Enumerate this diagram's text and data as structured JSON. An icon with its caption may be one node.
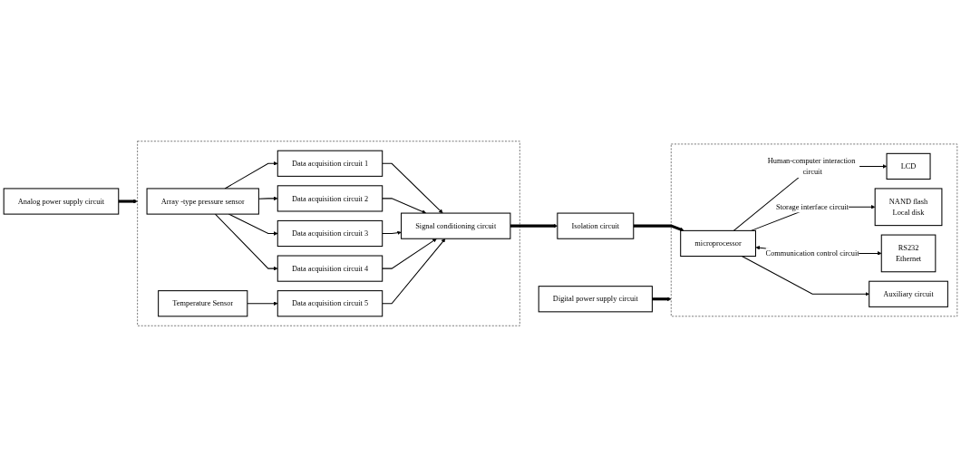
{
  "diagram": {
    "nodes": [
      {
        "text": [
          "Analog power supply circuit"
        ]
      },
      {
        "text": [],
        "shape": "box"
      },
      {
        "text": [
          "Array -type pressure sensor"
        ],
        "in": 1
      },
      {
        "text": [
          "Data acquisition circuit 1"
        ],
        "in": 1
      },
      {
        "text": [
          "Data acquisition circuit 2"
        ],
        "in": 1
      },
      {
        "text": [
          "Data acquisition circuit 3"
        ],
        "in": 1
      },
      {
        "text": [
          "Data acquisition circuit 4"
        ],
        "in": 1
      },
      {
        "text": [
          "Temperature Sensor"
        ],
        "in": 1
      },
      {
        "text": [
          "Data acquisition circuit 5"
        ],
        "in": 1
      },
      {
        "text": [
          "Signal conditioning circuit"
        ],
        "in": 1
      },
      {
        "text": [
          "Isolation circuit"
        ]
      },
      {
        "text": [
          "Digital power supply circuit"
        ]
      },
      {
        "text": [],
        "shape": "box"
      },
      {
        "text": [
          "microprocessor"
        ],
        "in": 12
      },
      {
        "text": [
          "LCD"
        ],
        "in": 12
      },
      {
        "text": [
          "NAND flash",
          "Local disk"
        ],
        "in": 12
      },
      {
        "text": [
          "RS232",
          "Ethernet"
        ],
        "in": 12
      },
      {
        "text": [
          "Auxiliary circuit"
        ],
        "in": 12
      }
    ],
    "edges": [
      {
        "from": 0,
        "to": 1,
        "arrow": "to",
        "style": "thick"
      },
      {
        "from": 2,
        "to": 3,
        "arrow": "to"
      },
      {
        "from": 2,
        "to": 4,
        "arrow": "to"
      },
      {
        "from": 2,
        "to": 5,
        "arrow": "to"
      },
      {
        "from": 2,
        "to": 6,
        "arrow": "to"
      },
      {
        "from": 7,
        "to": 8,
        "arrow": "to"
      },
      {
        "from": 3,
        "to": 9,
        "arrow": "to"
      },
      {
        "from": 4,
        "to": 9,
        "arrow": "to"
      },
      {
        "from": 5,
        "to": 9,
        "arrow": "to"
      },
      {
        "from": 6,
        "to": 9,
        "arrow": "to"
      },
      {
        "from": 8,
        "to": 9,
        "arrow": "to"
      },
      {
        "from": 9,
        "to": 10,
        "arrow": "to",
        "style": "thick"
      },
      {
        "from": 10,
        "to": 13,
        "arrow": "to",
        "style": "thick"
      },
      {
        "from": 11,
        "to": 12,
        "arrow": "to",
        "style": "thick"
      },
      {
        "from": 13,
        "to": 14,
        "arrow": "to",
        "label": "Human-computer interaction circuit"
      },
      {
        "from": 13,
        "to": 15,
        "arrow": "to",
        "label": "Storage interface circuit"
      },
      {
        "from": 13,
        "to": 16,
        "arrow": "both",
        "label": "Communication control circuit"
      },
      {
        "from": 13,
        "to": 17,
        "arrow": "to"
      }
    ]
  }
}
